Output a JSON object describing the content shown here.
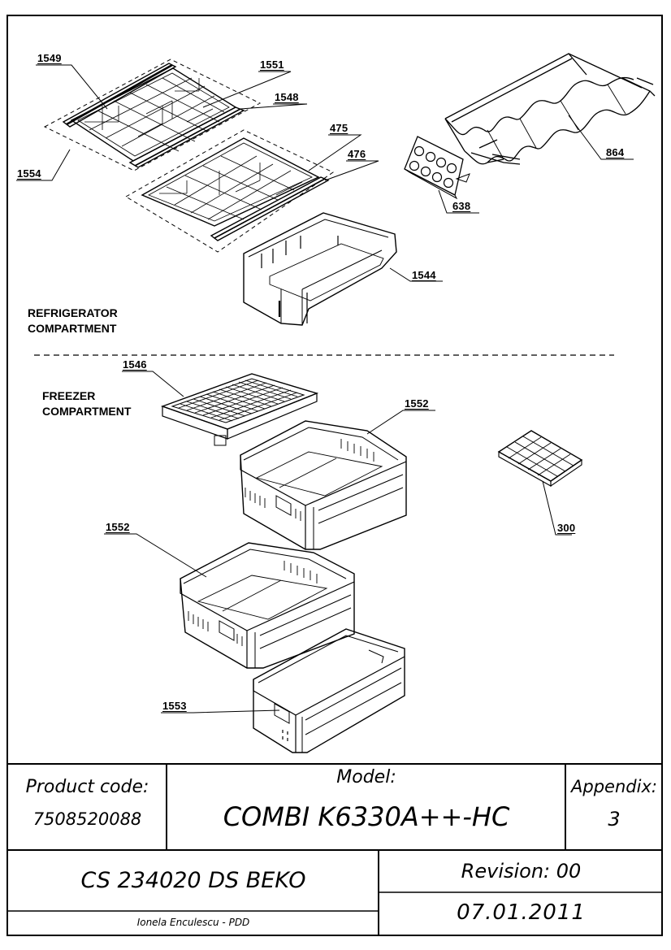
{
  "labels": {
    "p1549": "1549",
    "p1551": "1551",
    "p1548": "1548",
    "p475": "475",
    "p476": "476",
    "p1554": "1554",
    "p864": "864",
    "p638": "638",
    "p1544": "1544",
    "p1546": "1546",
    "p1552a": "1552",
    "p1552b": "1552",
    "p300": "300",
    "p1553": "1553"
  },
  "sections": {
    "refrigerator_line1": "REFRIGERATOR",
    "refrigerator_line2": "COMPARTMENT",
    "freezer_line1": "FREEZER",
    "freezer_line2": "COMPARTMENT"
  },
  "title_block": {
    "product_code_label": "Product code:",
    "product_code": "7508520088",
    "model_label": "Model:",
    "model": "COMBI K6330A++-HC",
    "appendix_label": "Appendix:",
    "appendix": "3",
    "document": "CS 234020 DS BEKO",
    "author": "Ionela Enculescu - PDD",
    "revision": "Revision: 00",
    "date": "07.01.2011"
  }
}
